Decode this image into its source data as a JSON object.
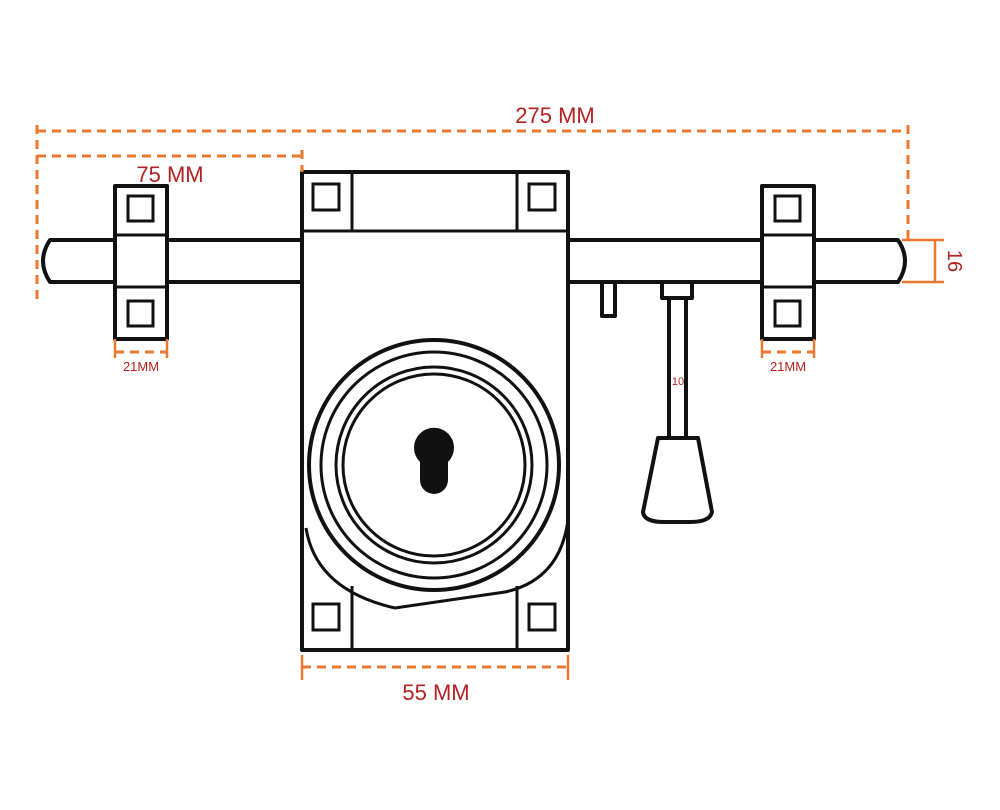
{
  "colors": {
    "dimension_line": "#E8792E",
    "dimension_text": "#B22222",
    "outline": "#111111",
    "background": "#FFFFFF"
  },
  "dimensions": {
    "overall_length": "275 MM",
    "bracket_offset": "75 MM",
    "bar_diameter": "16",
    "left_bracket_width": "21MM",
    "right_bracket_width": "21MM",
    "handle_stem": "10",
    "body_width": "55 MM"
  }
}
